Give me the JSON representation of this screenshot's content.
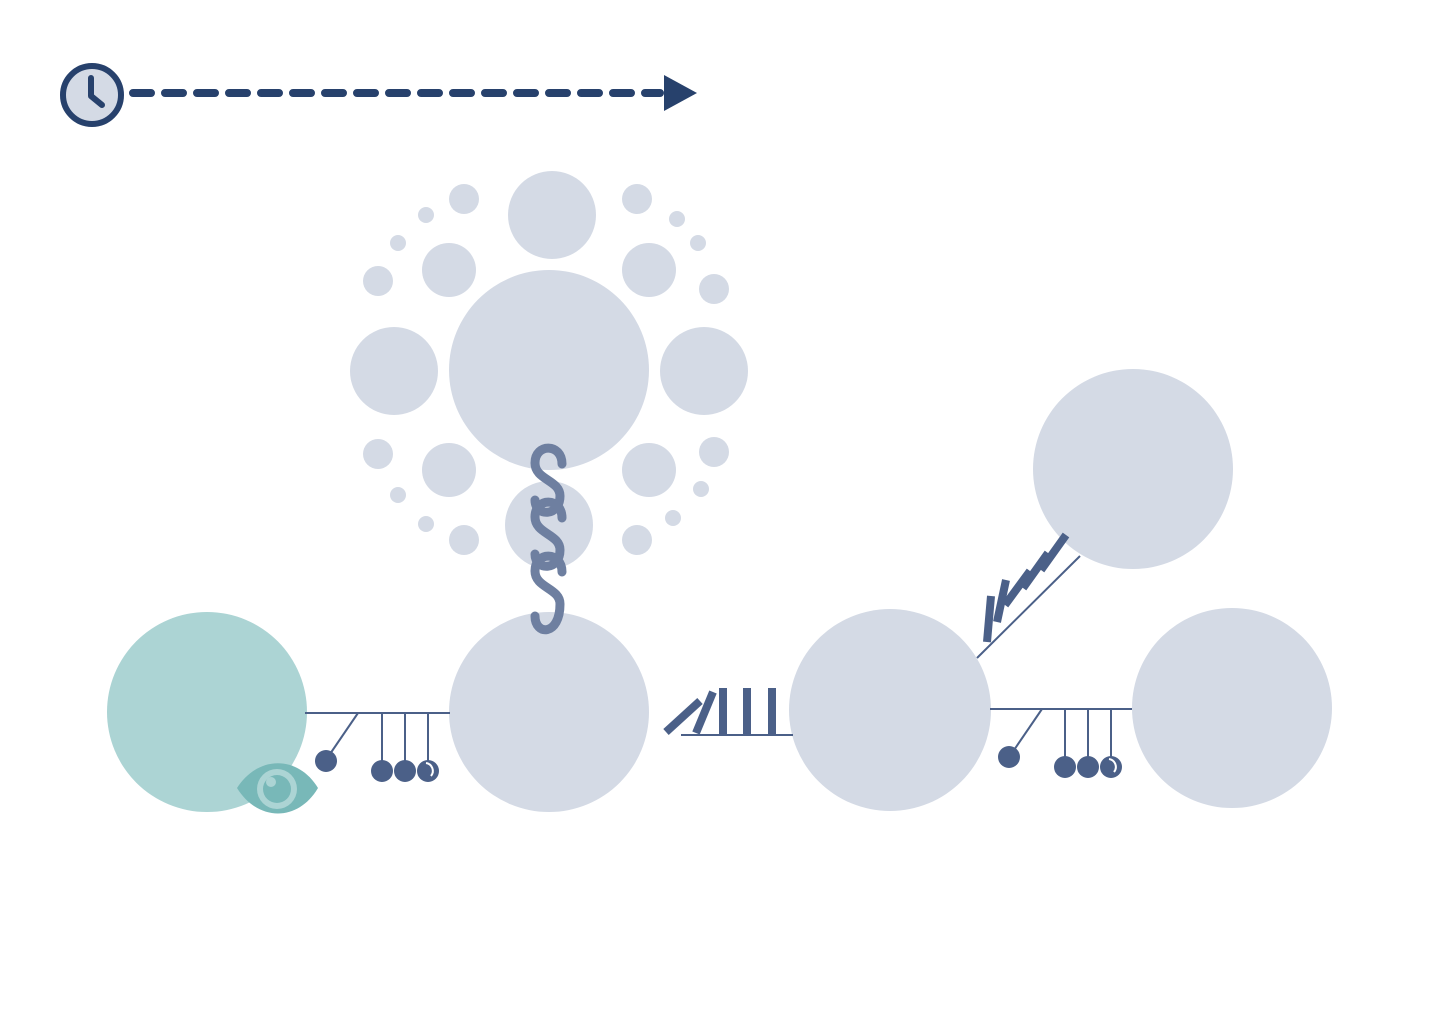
{
  "colors": {
    "node_fill": "#d4dae5",
    "highlight_fill": "#acd4d4",
    "connector": "#4b6088",
    "link_icon": "#6e7fa0",
    "eye_icon": "#78b8b8",
    "eye_icon_light": "#acd4d4",
    "timeline": "#27416c",
    "timeline_icon_fill": "#d4dae5",
    "background": "#ffffff"
  },
  "icons": {
    "timeline": "clock-icon",
    "timeline_arrow": "arrow-right-icon",
    "chain": "chain-link-icon",
    "observer": "eye-icon",
    "pendulum": "pendulum-icon",
    "dominoes": "dominoes-icon"
  },
  "diagram": {
    "nodes": [
      {
        "id": "hub",
        "role": "central"
      },
      {
        "id": "observed",
        "role": "highlighted"
      },
      {
        "id": "anchor",
        "role": "plain"
      },
      {
        "id": "middle",
        "role": "plain"
      },
      {
        "id": "upper-right",
        "role": "plain"
      },
      {
        "id": "right",
        "role": "plain"
      }
    ],
    "connections": [
      {
        "from": "hub",
        "to": "anchor",
        "connector": "chain"
      },
      {
        "from": "observed",
        "to": "anchor",
        "connector": "pendulum"
      },
      {
        "from": "anchor",
        "to": "middle",
        "connector": "dominoes"
      },
      {
        "from": "middle",
        "to": "upper-right",
        "connector": "dominoes"
      },
      {
        "from": "middle",
        "to": "right",
        "connector": "pendulum"
      }
    ],
    "observer_on": "observed"
  }
}
